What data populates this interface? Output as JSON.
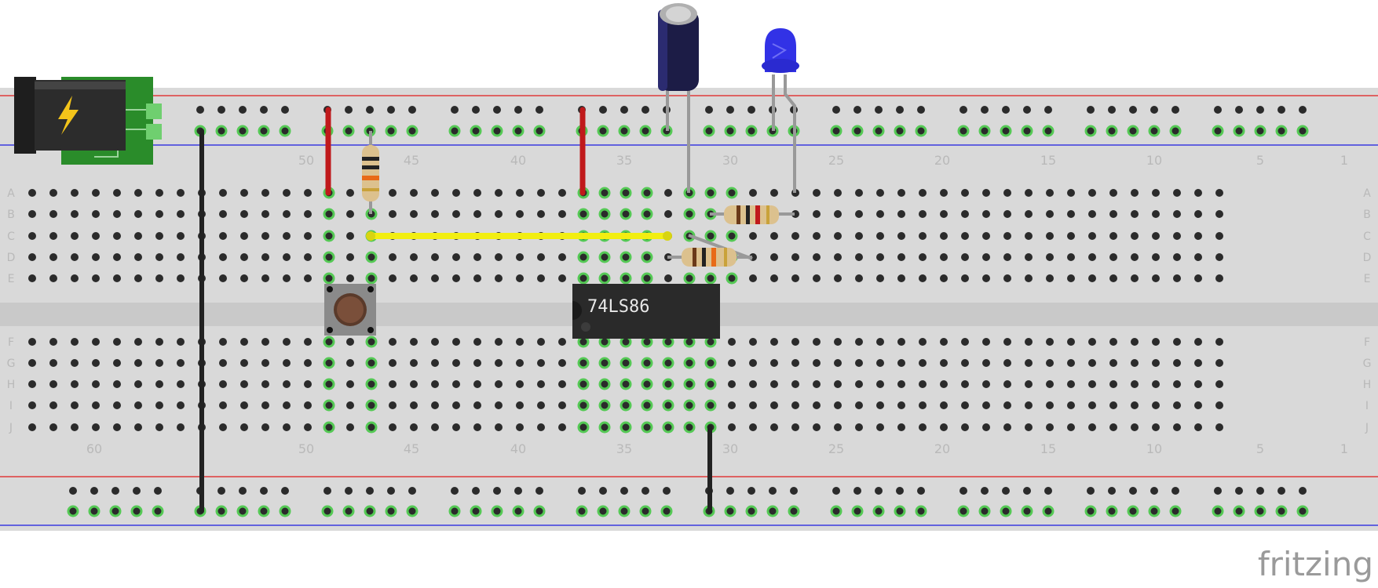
{
  "brand": "fritzing",
  "ic_label": "74LS86",
  "row_letters": [
    "A",
    "B",
    "C",
    "D",
    "E",
    "F",
    "G",
    "H",
    "I",
    "J"
  ],
  "column_numbers": [
    "60",
    "50",
    "45",
    "40",
    "35",
    "30",
    "25",
    "20",
    "15",
    "10",
    "5",
    "1"
  ],
  "colors": {
    "board": "#d9d9d9",
    "board_groove": "#c8c8c8",
    "rail_red_line": "#e03a3a",
    "rail_blue_line": "#3a3ae0",
    "hole": "#2b2b2b",
    "hole_connected": "#55c955",
    "wire_red": "#c0191b",
    "wire_black": "#222222",
    "wire_yellow": "#f2ee11",
    "led": "#3232e6",
    "capacitor": "#1c1c46",
    "ic_body": "#2a2a2a",
    "power_jack_pcb": "#2a8c2a",
    "brand_text": "#9a9a9a"
  },
  "components": {
    "power_jack": "power-jack-icon",
    "capacitor": "electrolytic-capacitor",
    "led": "blue-led",
    "push_button": "tactile-push-button",
    "ic": "logic-ic-74ls86",
    "resistors": [
      "resistor-vertical",
      "resistor-upper-horizontal",
      "resistor-lower-horizontal"
    ],
    "wires": [
      "red-wire-left",
      "red-wire-right",
      "black-wire-left",
      "black-wire-right",
      "yellow-wire"
    ]
  }
}
